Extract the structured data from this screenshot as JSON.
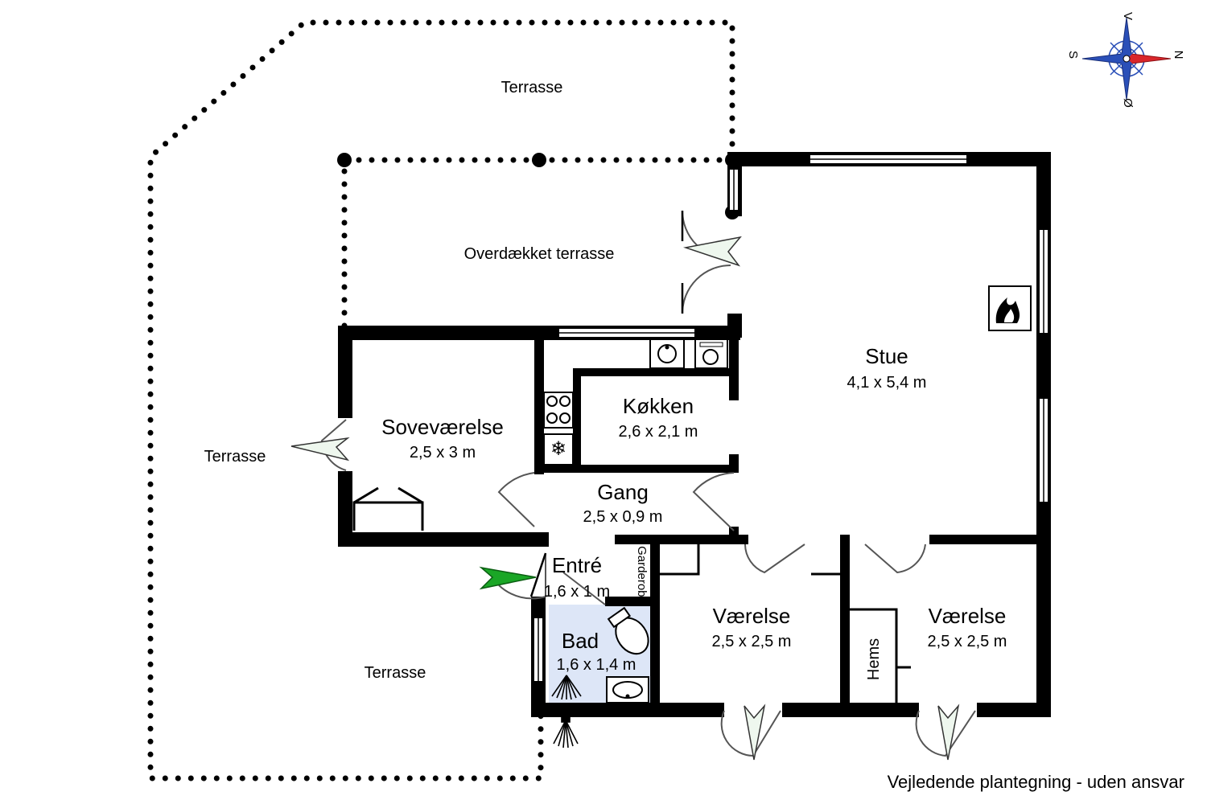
{
  "rooms": {
    "stue": {
      "name": "Stue",
      "size": "4,1 x 5,4 m"
    },
    "kokken": {
      "name": "Køkken",
      "size": "2,6 x 2,1 m"
    },
    "sovevaerelse": {
      "name": "Soveværelse",
      "size": "2,5 x 3 m"
    },
    "gang": {
      "name": "Gang",
      "size": "2,5 x 0,9 m"
    },
    "entre": {
      "name": "Entré",
      "size": "1,6 x 1 m"
    },
    "bad": {
      "name": "Bad",
      "size": "1,6 x 1,4 m"
    },
    "vaerelse1": {
      "name": "Værelse",
      "size": "2,5 x 2,5 m"
    },
    "vaerelse2": {
      "name": "Værelse",
      "size": "2,5 x 2,5 m"
    }
  },
  "labels": {
    "terrasse_top": "Terrasse",
    "overdaekket": "Overdækket terrasse",
    "terrasse_left": "Terrasse",
    "terrasse_bottom": "Terrasse",
    "garderobe": "Garderobe",
    "hems": "Hems"
  },
  "compass": {
    "v": "V",
    "n": "N",
    "s": "S",
    "o": "Ø"
  },
  "footer": {
    "disclaimer": "Vejledende plantegning - uden ansvar"
  },
  "colors": {
    "bath_fill": "#dde6f7",
    "entry_arrow": "#1aa626",
    "compass_north": "#d9262b",
    "compass_blue": "#2a4fb8"
  }
}
